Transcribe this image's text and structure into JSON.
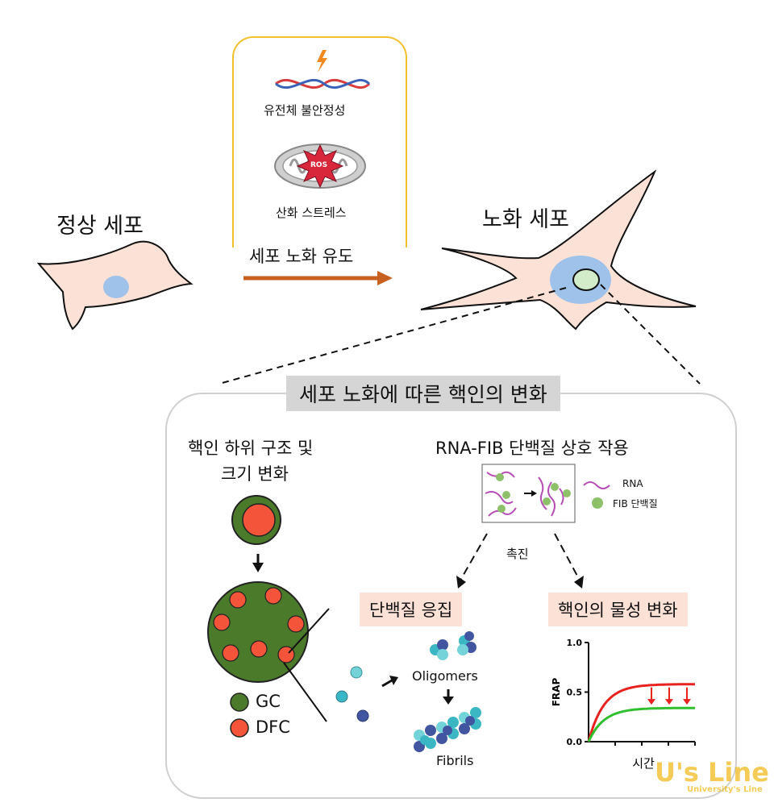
{
  "top": {
    "normal_cell": "정상 세포",
    "aged_cell": "노화 세포",
    "induce_label": "세포 노화 유도",
    "genomic_instability": "유전체 불안정성",
    "oxidative_stress": "산화 스트레스",
    "ros": "ROS"
  },
  "panel": {
    "header": "세포 노화에 따른 핵인의 변화",
    "left_title_1": "핵인 하위 구조 및",
    "left_title_2": "크기 변화",
    "legend_gc": "GC",
    "legend_dfc": "DFC",
    "right_title": "RNA-FIB 단백질 상호 작용",
    "legend_rna": "RNA",
    "legend_fib": "FIB 단백질",
    "promote": "촉진",
    "aggregation": "단백질 응집",
    "physical_change": "핵인의 물성 변화",
    "oligomers": "Oligomers",
    "fibrils": "Fibrils"
  },
  "chart_data": {
    "type": "line",
    "ylabel": "FRAP",
    "xlabel": "시간",
    "ylim": [
      0.0,
      1.0
    ],
    "yticks": [
      "0.0",
      "0.5",
      "1.0"
    ],
    "series": [
      {
        "color": "#e8231f",
        "plateau": 0.58
      },
      {
        "color": "#2fbf2f",
        "plateau": 0.34
      }
    ]
  },
  "colors": {
    "cell_fill": "#fbe1d6",
    "nucleus": "#9ec2ea",
    "gc_green": "#4a7a2a",
    "dfc_red": "#f4553a",
    "arrow_orange": "#c8601f",
    "box_yellow": "#f2c12e"
  },
  "watermark": {
    "brand": "U's Line",
    "sub": "University's Line"
  }
}
